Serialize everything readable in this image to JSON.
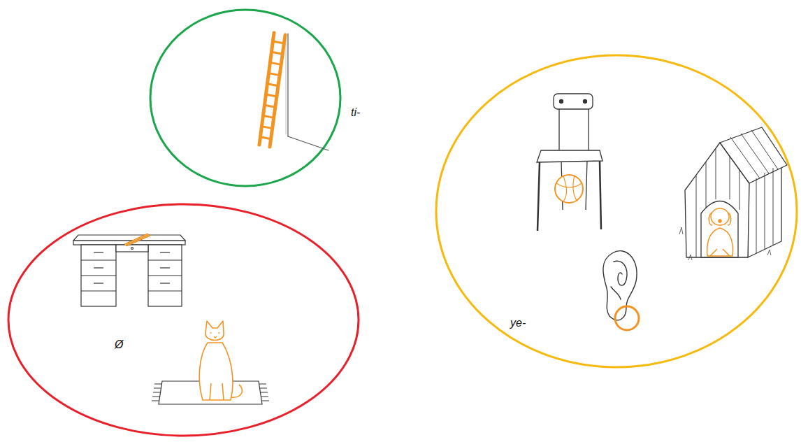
{
  "diagram": {
    "nodes": [
      {
        "text": [
          "ti-"
        ]
      },
      {
        "text": [
          "ye-"
        ]
      },
      {
        "text": [
          "Ø"
        ]
      }
    ]
  }
}
